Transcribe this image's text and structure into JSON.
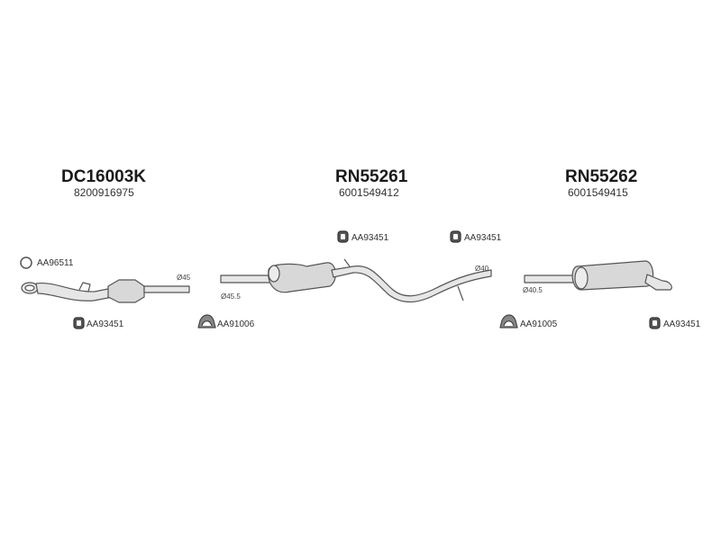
{
  "sections": [
    {
      "code": "DC16003K",
      "oe_number": "8200916975"
    },
    {
      "code": "RN55261",
      "oe_number": "6001549412"
    },
    {
      "code": "RN55262",
      "oe_number": "6001549415"
    }
  ],
  "parts": {
    "ring_left": "AA96511",
    "hanger_left": "AA93451",
    "clamp_left": "AA91006",
    "hanger_mid_1": "AA93451",
    "hanger_mid_2": "AA93451",
    "clamp_right": "AA91005",
    "hanger_right": "AA93451"
  },
  "diameters": {
    "catalyst_outlet": "Ø45",
    "middle_inlet": "Ø45.5",
    "middle_outlet": "Ø40",
    "rear_inlet": "Ø40.5"
  }
}
